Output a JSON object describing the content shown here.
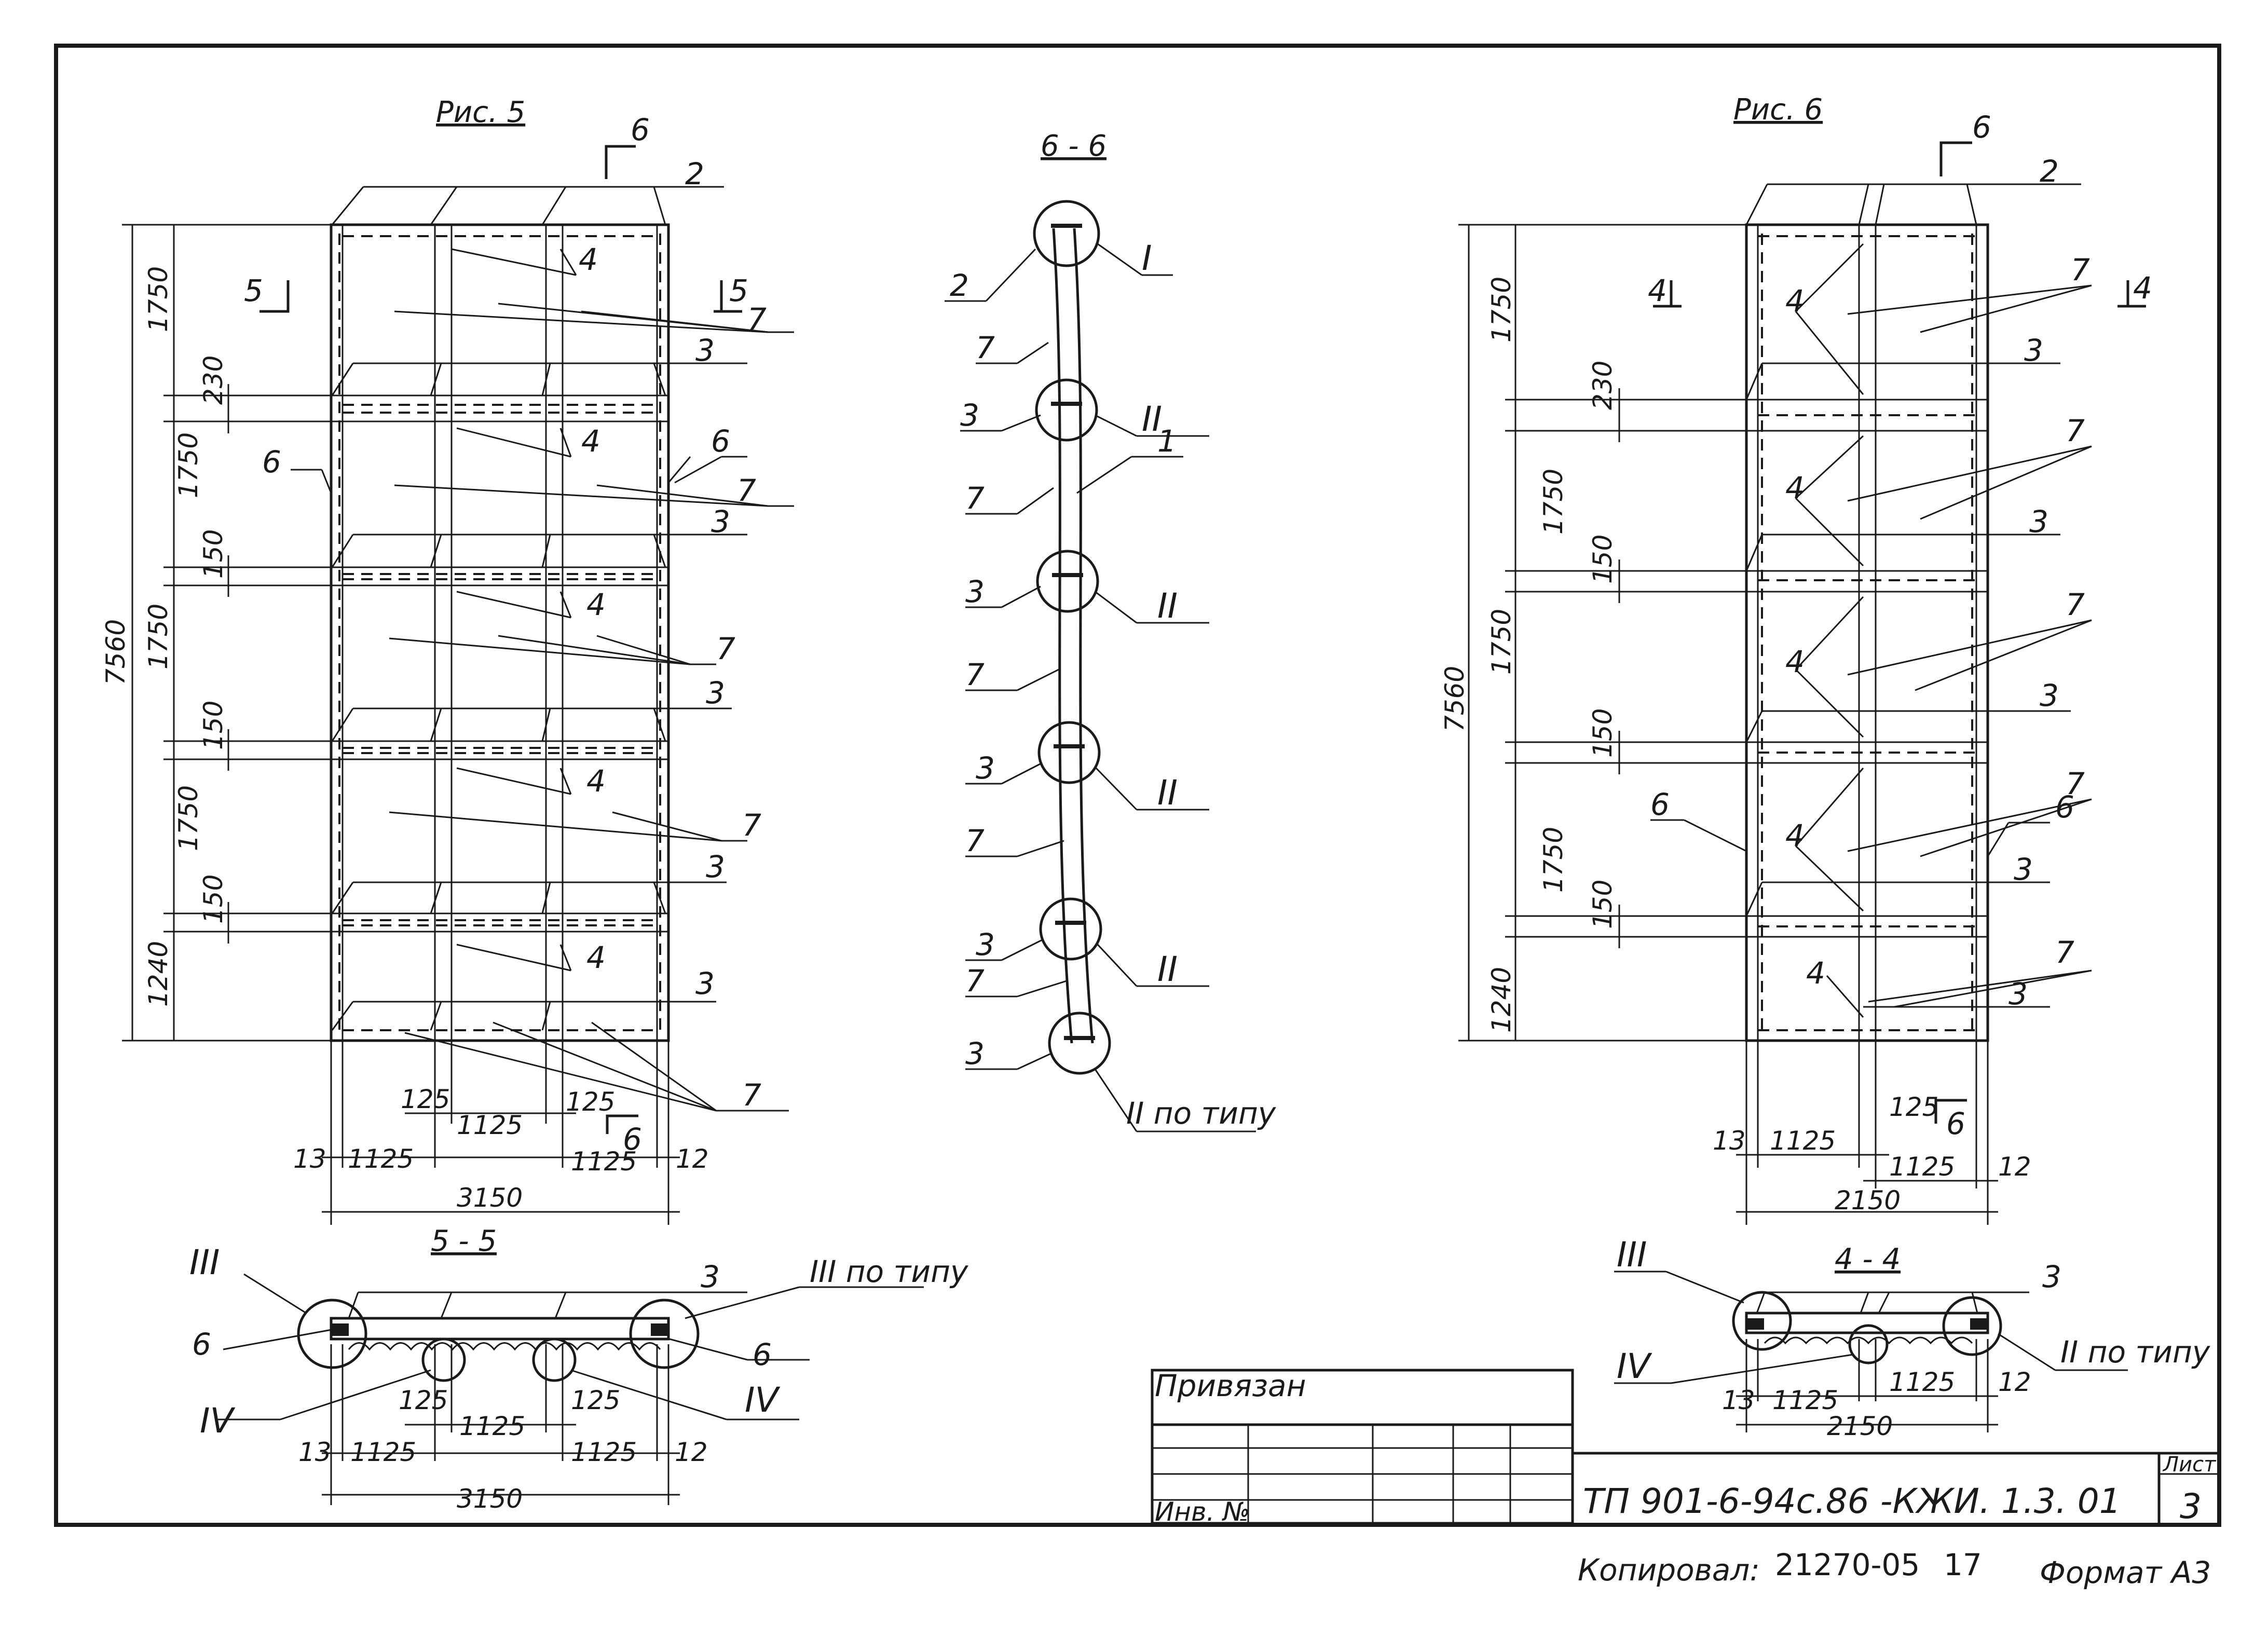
{
  "fig5": {
    "title": "Рис. 5",
    "section_mark": "6",
    "cut_mark": "5",
    "total_height": "7560",
    "heights": [
      "1750",
      "1750",
      "1750",
      "1750",
      "1240"
    ],
    "joint_heights": [
      "230",
      "150",
      "150",
      "150"
    ],
    "width_total": "3150",
    "width_bottom": [
      "13",
      "1125",
      "1125",
      "12"
    ],
    "width_mid": [
      "125",
      "1125",
      "125"
    ],
    "labels": [
      "2",
      "4",
      "7",
      "3",
      "6"
    ]
  },
  "sec66": {
    "title": "6 - 6",
    "nodes": [
      "I",
      "II",
      "II",
      "II",
      "II",
      "II по типу"
    ],
    "labels": [
      "2",
      "7",
      "3",
      "1"
    ]
  },
  "fig6": {
    "title": "Рис. 6",
    "section_mark": "6",
    "cut_mark": "4",
    "total_height": "7560",
    "heights": [
      "1750",
      "1750",
      "1750",
      "1750",
      "1240"
    ],
    "joint_heights": [
      "230",
      "150",
      "150",
      "150"
    ],
    "width_total": "2150",
    "width_bottom": [
      "13",
      "1125",
      "1125",
      "12"
    ],
    "width_mid": [
      "125"
    ],
    "labels": [
      "2",
      "4",
      "7",
      "3",
      "6"
    ]
  },
  "sec55": {
    "title": "5 - 5",
    "nodes": [
      "III",
      "III по типу",
      "IV",
      "IV"
    ],
    "labels": [
      "3",
      "6",
      "6"
    ],
    "dims_bottom": [
      "13",
      "1125",
      "1125",
      "12"
    ],
    "dims_mid": [
      "125",
      "1125",
      "125"
    ],
    "total": "3150"
  },
  "sec44": {
    "title": "4 - 4",
    "nodes": [
      "III",
      "IV",
      "II по типу"
    ],
    "labels": [
      "3"
    ],
    "dims": [
      "13",
      "1125",
      "1125",
      "12"
    ],
    "total": "2150"
  },
  "stamp": {
    "privyazan": "Привязан",
    "inv": "Инв. №",
    "code": "ТП 901-6-94с.86 -КЖИ. 1.3. 01",
    "sheet_label": "Лист",
    "sheet_no": "3"
  },
  "footer": {
    "copied": "Копировал:",
    "number": "21270-05",
    "page": "17",
    "format": "Формат А3"
  }
}
